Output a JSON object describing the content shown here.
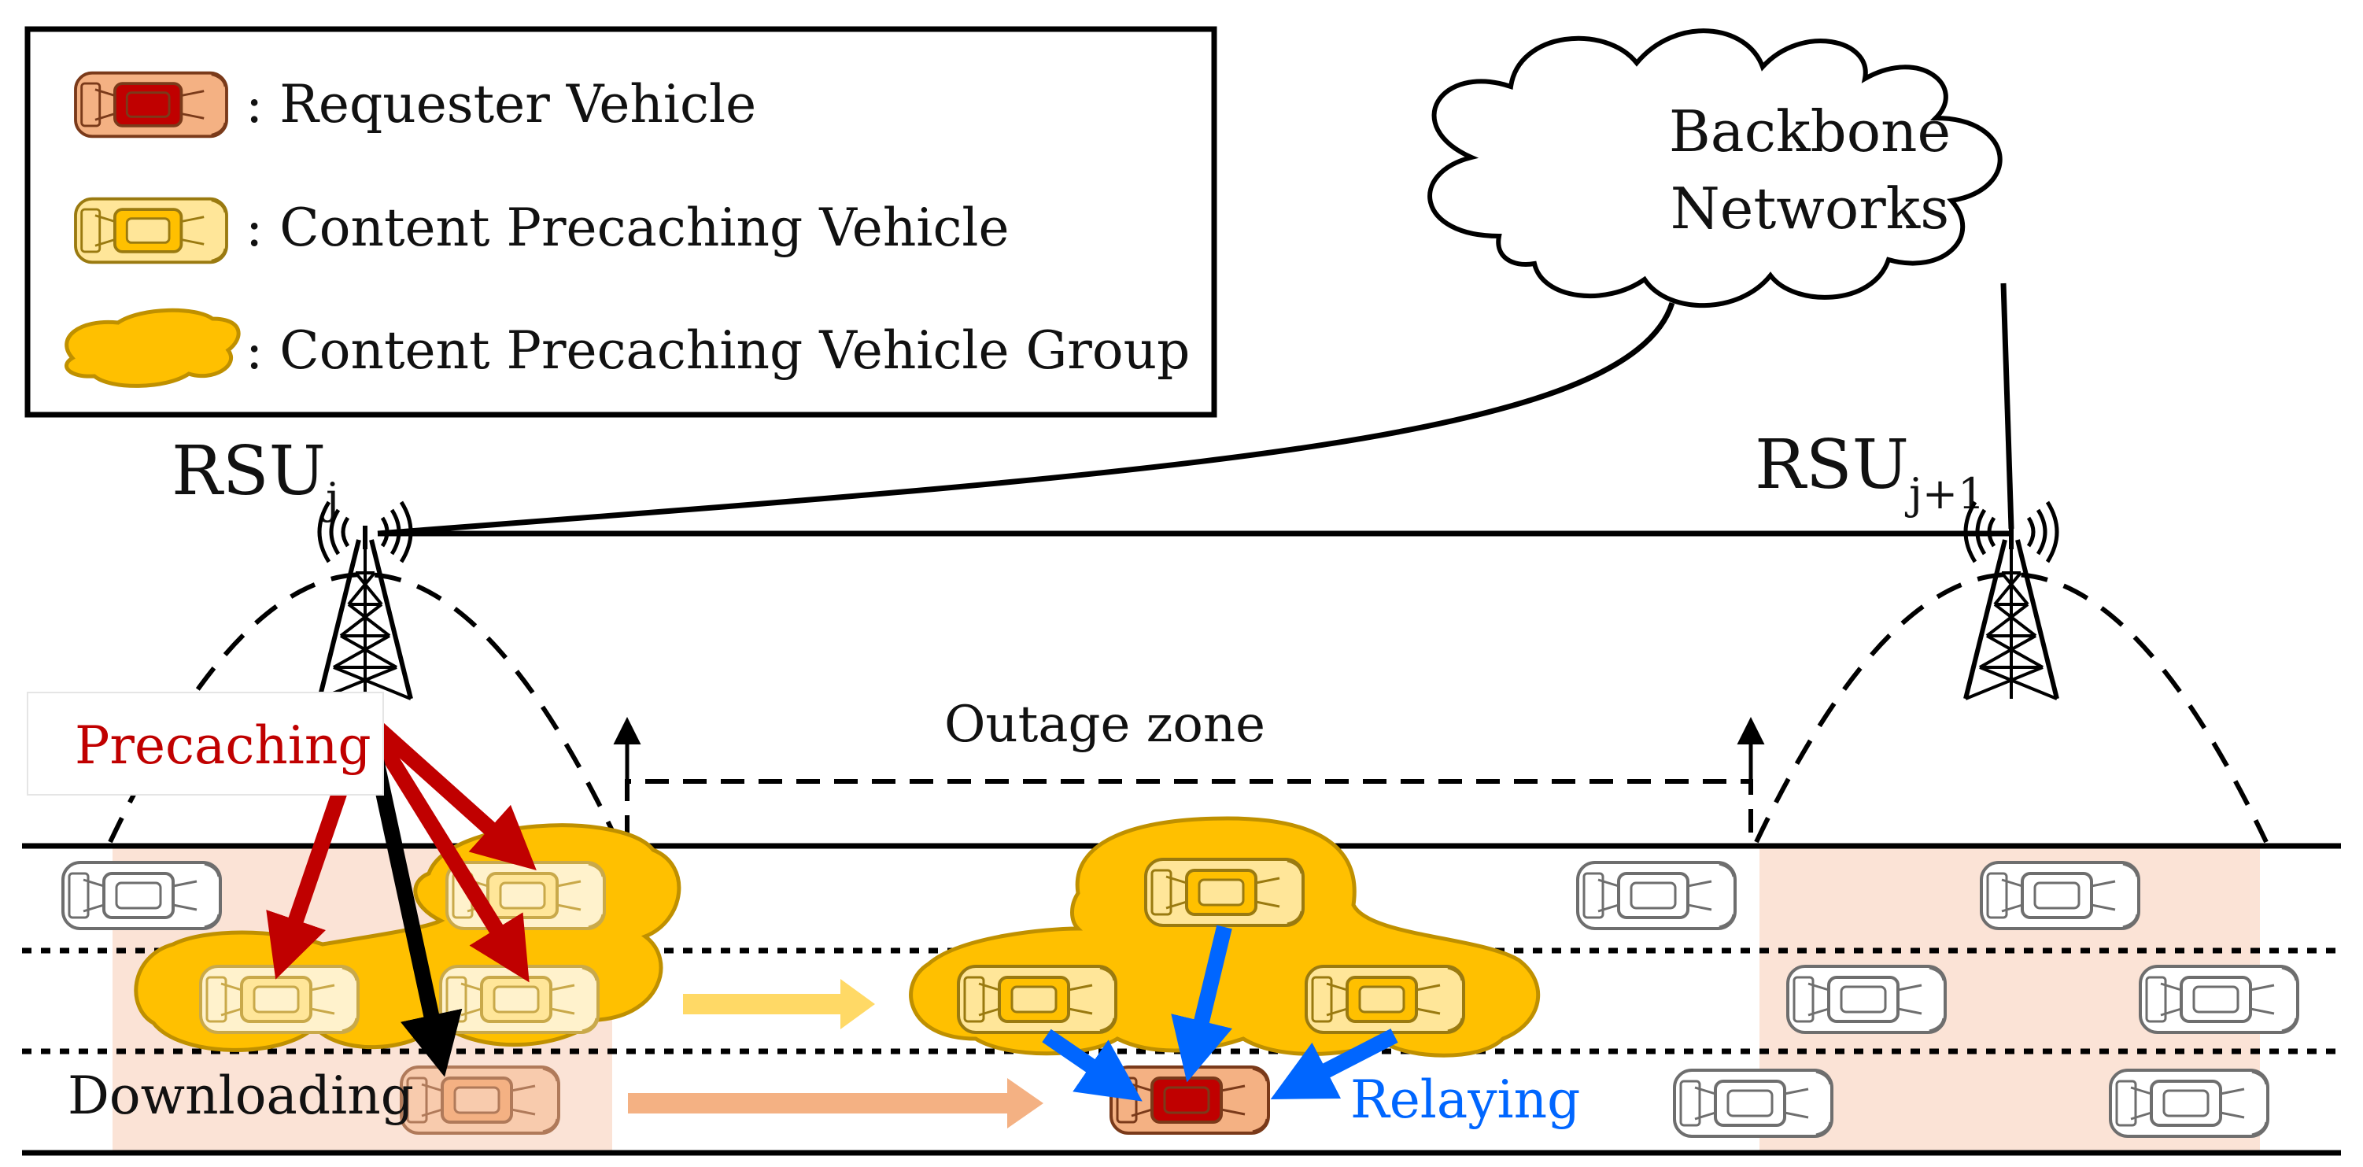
{
  "legend": {
    "requester": ": Requester Vehicle",
    "precaching_vehicle": ": Content Precaching Vehicle",
    "precaching_group": ": Content Precaching Vehicle Group"
  },
  "cloud": {
    "line1": "Backbone",
    "line2": "Networks"
  },
  "rsu_left": {
    "base": "RSU",
    "sub": "j"
  },
  "rsu_right": {
    "base": "RSU",
    "sub": "j+1"
  },
  "outage_label": "Outage zone",
  "precaching_label": "Precaching",
  "downloading_label": "Downloading",
  "relaying_label": "Relaying",
  "colors": {
    "requester_body": "#f4b183",
    "requester_window": "#c00000",
    "precache_body": "#ffe699",
    "precache_window": "#ffc000",
    "group_fill": "#ffc000",
    "group_stroke": "#bf9000",
    "coverage": "#fbe3d6",
    "precaching_arrow": "#c00000",
    "relaying_arrow": "#0066ff",
    "download_arrow": "#000000",
    "flow_yellow": "#ffd966",
    "flow_orange": "#f4b183"
  }
}
